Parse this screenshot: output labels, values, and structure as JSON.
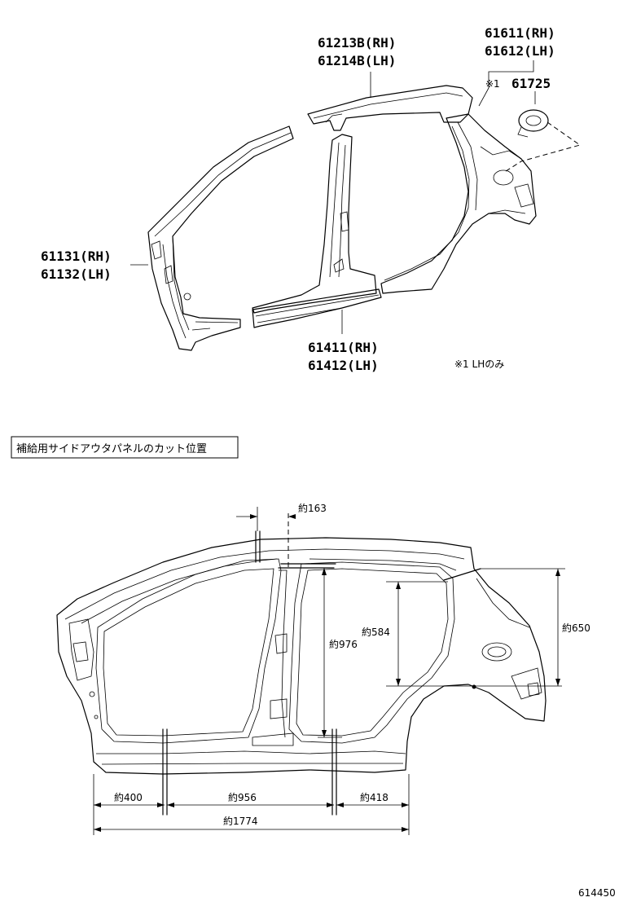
{
  "parts": {
    "roof_side": [
      "61213B(RH)",
      "61214B(LH)"
    ],
    "quarter_panel": [
      "61611(RH)",
      "61612(LH)"
    ],
    "fuel_lid_mark": "※1",
    "fuel_lid": "61725",
    "front_pillar": [
      "61131(RH)",
      "61132(LH)"
    ],
    "rocker": [
      "61411(RH)",
      "61412(LH)"
    ]
  },
  "note": "※1 LHのみ",
  "cut_section": {
    "title": "補給用サイドアウタパネルのカット位置"
  },
  "dimensions": {
    "d163": "約163",
    "d976": "約976",
    "d584": "約584",
    "d650": "約650",
    "d400": "約400",
    "d956": "約956",
    "d418": "約418",
    "d1774": "約1774"
  },
  "figure_id": "614450"
}
